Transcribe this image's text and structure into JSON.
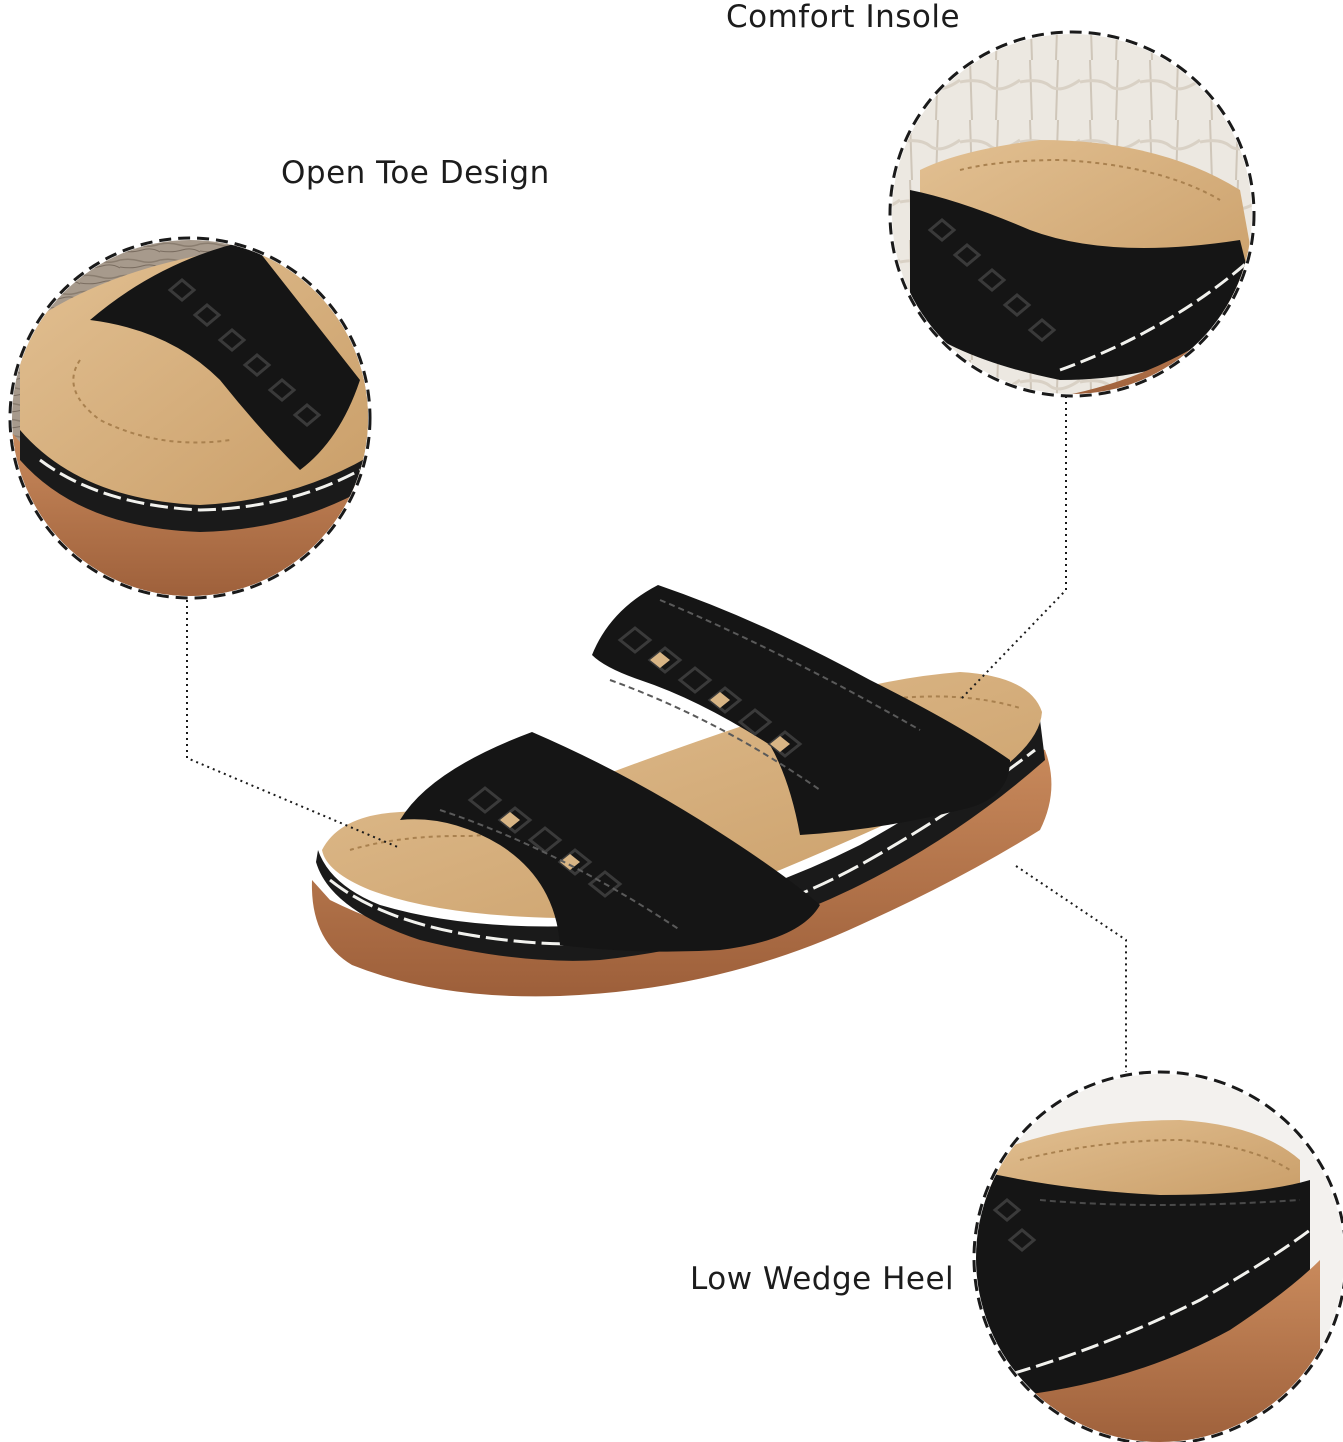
{
  "callouts": {
    "open_toe": {
      "label": "Open Toe Design"
    },
    "comfort_insole": {
      "label": "Comfort Insole"
    },
    "wedge_heel": {
      "label": "Low Wedge Heel"
    }
  },
  "colors": {
    "background": "#ffffff",
    "strap": "#141414",
    "insole": "#d8b585",
    "sole": "#b9764c",
    "stitch": "#f2f2ee",
    "callout_line": "#1a1a1a",
    "wood": "#8c7f72"
  }
}
